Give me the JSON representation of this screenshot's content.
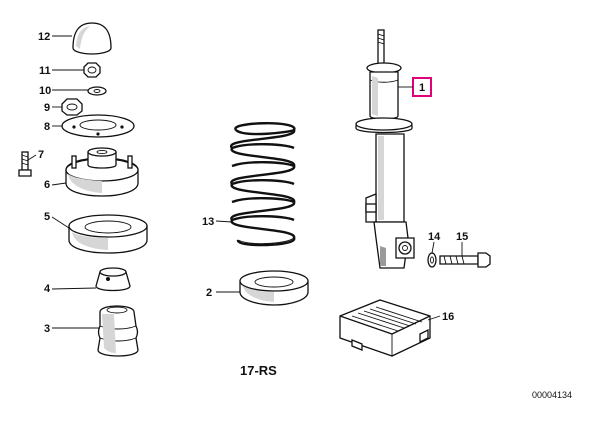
{
  "diagram": {
    "group_label": "17-RS",
    "reference_code": "00004134",
    "highlight_color": "#e0007a",
    "callouts": [
      {
        "id": "1",
        "label": "1"
      },
      {
        "id": "2",
        "label": "2"
      },
      {
        "id": "3",
        "label": "3"
      },
      {
        "id": "4",
        "label": "4"
      },
      {
        "id": "5",
        "label": "5"
      },
      {
        "id": "6",
        "label": "6"
      },
      {
        "id": "7",
        "label": "7"
      },
      {
        "id": "8",
        "label": "8"
      },
      {
        "id": "9",
        "label": "9"
      },
      {
        "id": "10",
        "label": "10"
      },
      {
        "id": "11",
        "label": "11"
      },
      {
        "id": "12",
        "label": "12"
      },
      {
        "id": "13",
        "label": "13"
      },
      {
        "id": "14",
        "label": "14"
      },
      {
        "id": "15",
        "label": "15"
      },
      {
        "id": "16",
        "label": "16"
      }
    ]
  }
}
